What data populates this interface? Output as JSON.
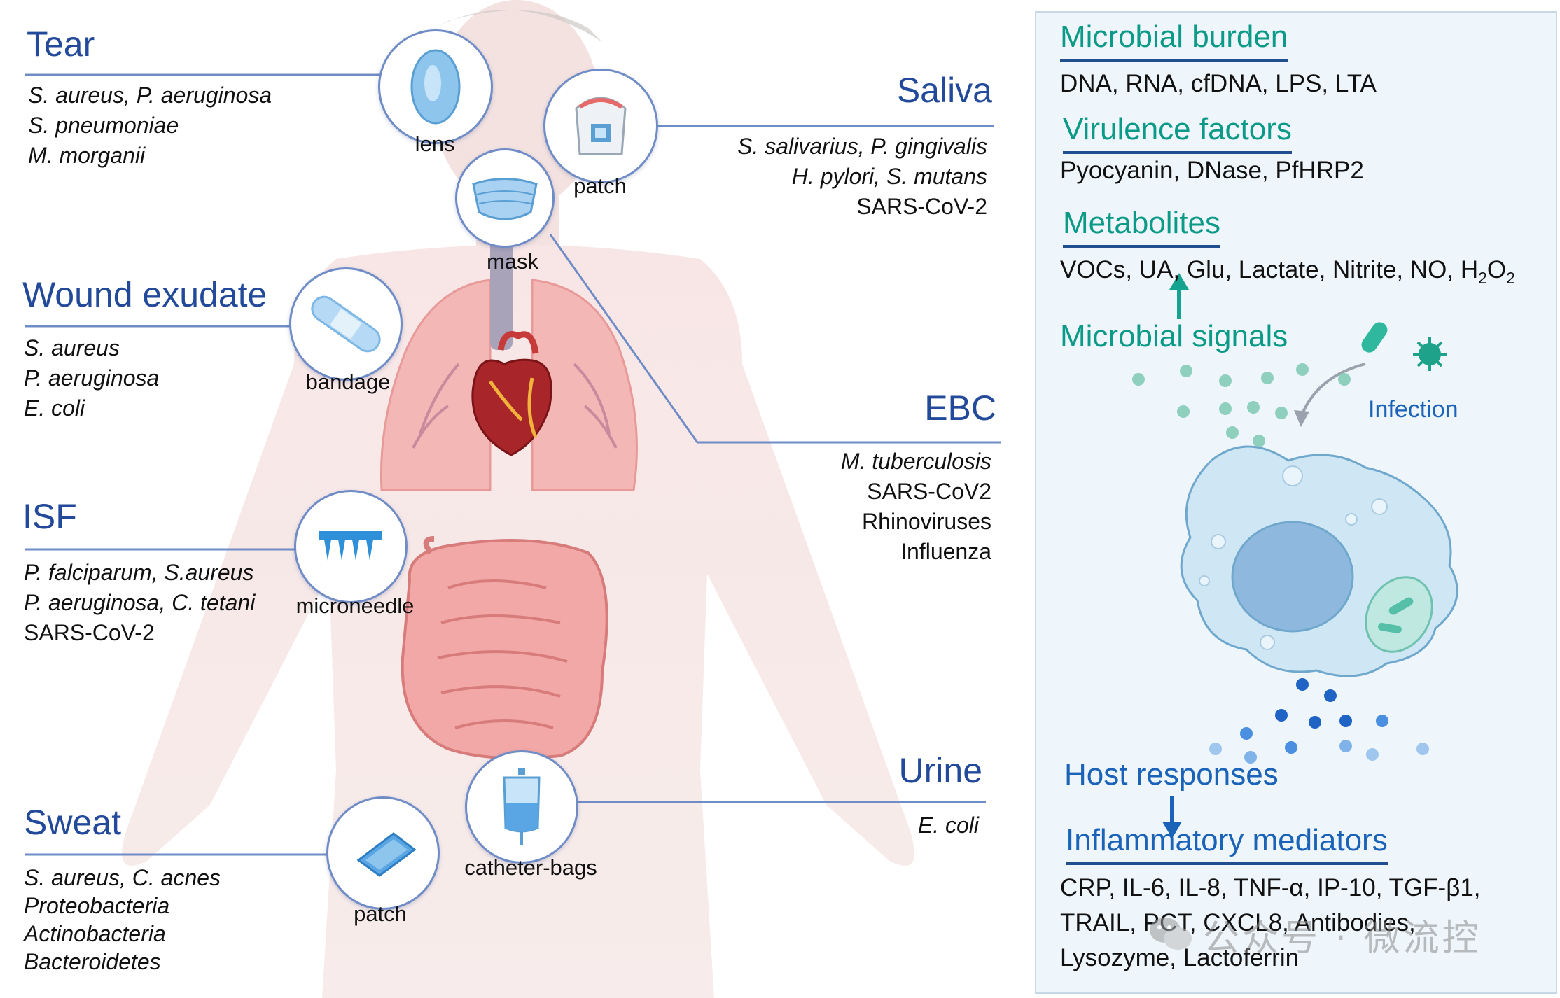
{
  "fluids": {
    "tear": {
      "title": "Tear",
      "organisms": [
        "S. aureus, P. aeruginosa",
        "S. pneumoniae",
        "M. morganii"
      ],
      "italic": [
        true,
        true,
        true
      ]
    },
    "saliva": {
      "title": "Saliva",
      "organisms": [
        "S. salivarius, P. gingivalis",
        "H. pylori, S. mutans",
        "SARS-CoV-2"
      ],
      "italic": [
        true,
        true,
        false
      ]
    },
    "wound": {
      "title": "Wound exudate",
      "organisms": [
        "S. aureus",
        "P. aeruginosa",
        "E. coli"
      ],
      "italic": [
        true,
        true,
        true
      ]
    },
    "ebc": {
      "title": "EBC",
      "organisms": [
        "M. tuberculosis",
        "SARS-CoV2",
        "Rhinoviruses",
        "Influenza"
      ],
      "italic": [
        true,
        false,
        false,
        false
      ]
    },
    "isf": {
      "title": "ISF",
      "organisms": [
        "P. falciparum, S.aureus",
        "P. aeruginosa, C. tetani",
        "SARS-CoV-2"
      ],
      "italic": [
        true,
        true,
        false
      ]
    },
    "urine": {
      "title": "Urine",
      "organisms": [
        "E. coli"
      ],
      "italic": [
        true
      ]
    },
    "sweat": {
      "title": "Sweat",
      "organisms": [
        "S. aureus, C. acnes",
        "Proteobacteria",
        "Actinobacteria",
        "Bacteroidetes"
      ],
      "italic": [
        true,
        true,
        true,
        true
      ]
    }
  },
  "devices": {
    "lens": "lens",
    "saliva_patch": "patch",
    "mask": "mask",
    "bandage": "bandage",
    "microneedle": "microneedle",
    "catheter": "catheter-bags",
    "sweat_patch": "patch"
  },
  "panel": {
    "microbial_burden": {
      "title": "Microbial burden",
      "text": "DNA, RNA, cfDNA, LPS, LTA"
    },
    "virulence_factors": {
      "title": "Virulence factors",
      "text": "Pyocyanin, DNase, PfHRP2"
    },
    "metabolites": {
      "title": "Metabolites",
      "text_main": "VOCs, UA, Glu, Lactate, Nitrite, NO, H",
      "sub1": "2",
      "mid": "O",
      "sub2": "2"
    },
    "microbial_signals": {
      "title": "Microbial signals"
    },
    "infection": "Infection",
    "host_responses": {
      "title": "Host responses"
    },
    "inflammatory": {
      "title": "Inflammatory mediators",
      "lines": [
        "CRP, IL-6, IL-8, TNF-α, IP-10, TGF-β1,",
        "TRAIL, PCT, CXCL8, Antibodies,",
        "Lysozyme, Lactoferrin"
      ]
    }
  },
  "colors": {
    "fluid_title": "#234a9a",
    "teal_heading": "#0b9a87",
    "blue_heading": "#1a63b8",
    "connector": "#6f8cc6",
    "panel_bg": "#eef5fb"
  },
  "watermark": "公众号 · 微流控"
}
